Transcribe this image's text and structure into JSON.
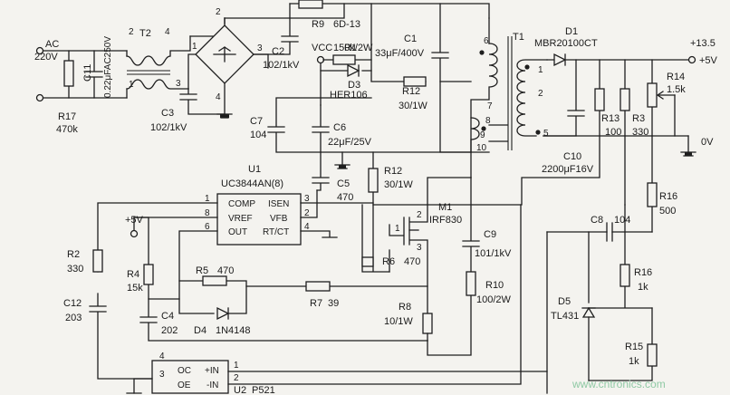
{
  "labels": {
    "ac": "AC",
    "v220": "220V",
    "c11": "C11",
    "c11v": "0.22μFAC250V",
    "t2": "T2",
    "r17": "R17",
    "r17v": "470k",
    "c3": "C3",
    "c3v": "102/1kV",
    "c2": "C2",
    "c2v": "102/1kV",
    "r9": "R9",
    "r9v": "6D-13",
    "vcc": "VCC",
    "r1": "R1",
    "r1v": "150k/2W",
    "c1": "C1",
    "c1v": "33μF/400V",
    "d3": "D3",
    "d3v": "HER106",
    "r12a": "R12",
    "r12av": "30/1W",
    "c7": "C7",
    "c7v": "104",
    "c6": "C6",
    "c6v": "22μF/25V",
    "t1": "T1",
    "d1": "D1",
    "d1v": "MBR20100CT",
    "p135": "+13.5",
    "p5v": "+5V",
    "r14": "R14",
    "r14v": "1.5k",
    "r13": "R13",
    "r13v": "100",
    "r3": "R3",
    "r3v": "330",
    "ov": "0V",
    "c10": "C10",
    "c10v": "2200μF16V",
    "u1": "U1",
    "u1v": "UC3844AN(8)",
    "u1_comp": "COMP",
    "u1_vref": "VREF",
    "u1_out": "OUT",
    "u1_isen": "ISEN",
    "u1_vfb": "VFB",
    "u1_rtct": "RT/CT",
    "c5": "C5",
    "c5v": "470",
    "r12b": "R12",
    "r12bv": "30/1W",
    "m1": "M1",
    "m1v": "IRF830",
    "c9": "C9",
    "c9v": "101/1kV",
    "r16a": "R16",
    "r16av": "500",
    "c8": "C8",
    "c8v": "104",
    "r16b": "R16",
    "r16bv": "1k",
    "d5": "D5",
    "d5v": "TL431",
    "r15": "R15",
    "r15v": "1k",
    "r2": "R2",
    "r2v": "330",
    "c12": "C12",
    "c12v": "203",
    "p5": "+5V",
    "r4": "R4",
    "r4v": "15k",
    "c4": "C4",
    "c4v": "202",
    "r5": "R5",
    "r5v": "470",
    "d4": "D4",
    "d4v": "1N4148",
    "r7": "R7",
    "r7v": "39",
    "r6": "R6",
    "r6v": "470",
    "r8": "R8",
    "r8v": "10/1W",
    "r10": "R10",
    "r10v": "100/2W",
    "u2": "U2",
    "u2v": "P521",
    "u2_oc": "OC",
    "u2_oe": "OE",
    "u2_inp": "+IN",
    "u2_inn": "-IN",
    "watermark": "www.cntronics.com"
  },
  "pins": {
    "t2_1": "1",
    "t2_2": "2",
    "t2_3": "3",
    "t2_4": "4",
    "br_1": "1",
    "br_2": "2",
    "br_3": "3",
    "br_4": "4",
    "t1_6": "6",
    "t1_7": "7",
    "t1_8": "8",
    "t1_9": "9",
    "t1_10": "10",
    "t1_1": "1",
    "t1_2": "2",
    "t1_5": "5",
    "u1_1": "1",
    "u1_8": "8",
    "u1_6": "6",
    "u1_3": "3",
    "u1_2": "2",
    "u1_4": "4",
    "m1_1": "1",
    "m1_2": "2",
    "m1_3": "3",
    "u2_4": "4",
    "u2_3": "3",
    "u2_1": "1",
    "u2_2": "2"
  }
}
